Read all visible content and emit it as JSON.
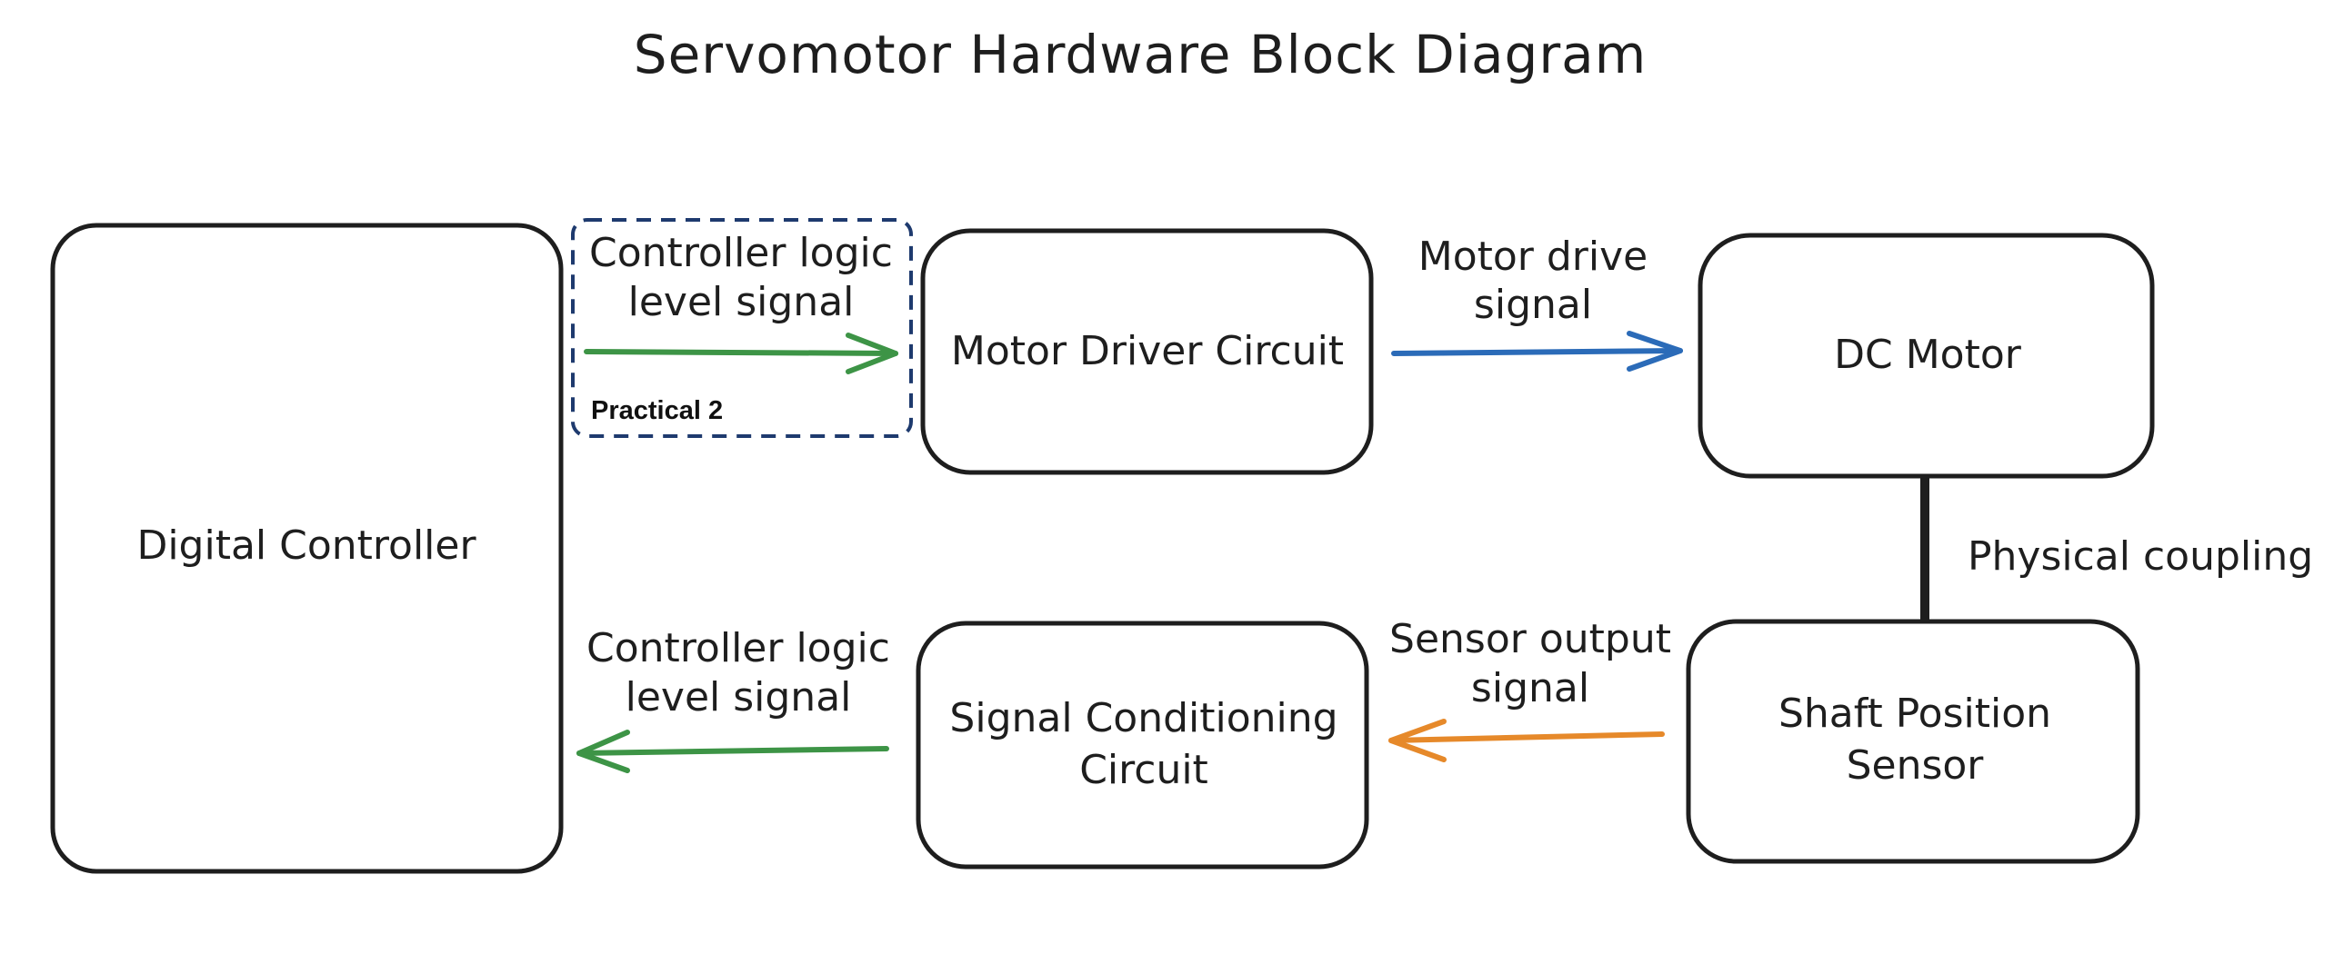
{
  "title": "Servomotor Hardware Block Diagram",
  "colors": {
    "stroke": "#1e1e1e",
    "group_border": "#1e3a6e",
    "green_arrow": "#3d9446",
    "blue_arrow": "#2b6bb8",
    "orange_arrow": "#e6892a"
  },
  "blocks": {
    "digital_controller": {
      "lines": [
        "Digital Controller"
      ]
    },
    "motor_driver": {
      "lines": [
        "Motor Driver Circuit"
      ]
    },
    "dc_motor": {
      "lines": [
        "DC Motor"
      ]
    },
    "shaft_sensor": {
      "lines": [
        "Shaft Position",
        "Sensor"
      ]
    },
    "signal_conditioning": {
      "lines": [
        "Signal Conditioning",
        "Circuit"
      ]
    }
  },
  "group": {
    "label": "Practical 2"
  },
  "connections": {
    "controller_to_driver": {
      "from": "Digital Controller",
      "to": "Motor Driver Circuit",
      "lines": [
        "Controller logic",
        "level signal"
      ],
      "color": "#3d9446"
    },
    "driver_to_motor": {
      "from": "Motor Driver Circuit",
      "to": "DC Motor",
      "lines": [
        "Motor drive",
        "signal"
      ],
      "color": "#2b6bb8"
    },
    "motor_sensor_coupling": {
      "from": "DC Motor",
      "to": "Shaft Position Sensor",
      "lines": [
        "Physical coupling"
      ],
      "color": "#1e1e1e"
    },
    "sensor_to_conditioning": {
      "from": "Shaft Position Sensor",
      "to": "Signal Conditioning Circuit",
      "lines": [
        "Sensor output",
        "signal"
      ],
      "color": "#e6892a"
    },
    "conditioning_to_controller": {
      "from": "Signal Conditioning Circuit",
      "to": "Digital Controller",
      "lines": [
        "Controller logic",
        "level signal"
      ],
      "color": "#3d9446"
    }
  }
}
